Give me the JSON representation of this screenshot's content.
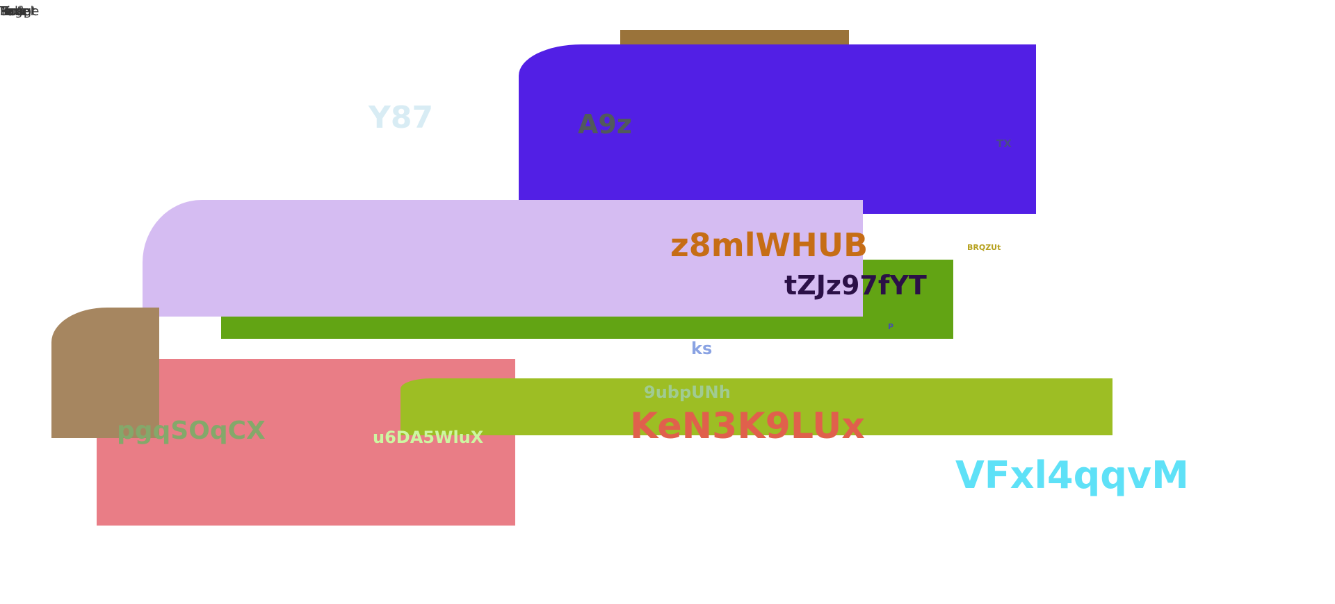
{
  "colors": {
    "background": "#ffffff",
    "brown_block": "#9a733a",
    "indigo_block": "#521fe5",
    "lavender_block": "#d5bcf2",
    "green_block": "#62a414",
    "tan_block": "#a68660",
    "pink_block": "#e97d86",
    "lime_block": "#9dbe24"
  },
  "corner_text": [
    "Script",
    "Image",
    "Note",
    "Text",
    "Page",
    "Link",
    "Label"
  ],
  "labels": {
    "y87": {
      "text": "Y87",
      "color": "#d8ecf4"
    },
    "a9z": {
      "text": "A9z",
      "color": "#515a5b"
    },
    "tx": {
      "text": "TX",
      "color": "#4a4a8a"
    },
    "z8ml": {
      "text": "z8mlWHUB",
      "color": "#c66d15"
    },
    "brqzut": {
      "text": "BRQZUt",
      "color": "#b6a11e"
    },
    "tzjz": {
      "text": "tZJz97fYT",
      "color": "#2b1047"
    },
    "p": {
      "text": "P",
      "color": "#4751a8"
    },
    "ks": {
      "text": "ks",
      "color": "#8aa3e3"
    },
    "ubpunh": {
      "text": "9ubpUNh",
      "color": "#a0cb92"
    },
    "pgq": {
      "text": "pgqSOqCX",
      "color": "#84a86a"
    },
    "u6da": {
      "text": "u6DA5WluX",
      "color": "#cdf6a1"
    },
    "ken": {
      "text": "KeN3K9LUx",
      "color": "#e0604c"
    },
    "vfx": {
      "text": "VFxl4qqvM",
      "color": "#5ee1f7"
    }
  }
}
